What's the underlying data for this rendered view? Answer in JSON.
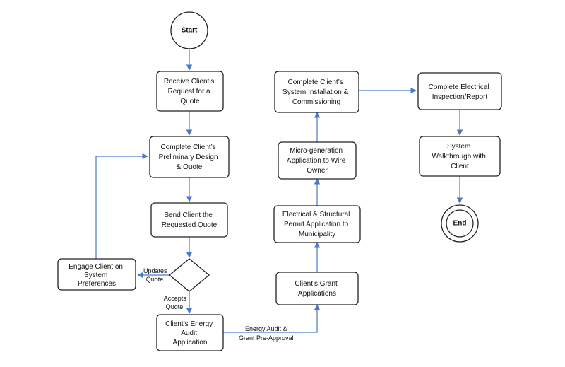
{
  "nodes": {
    "start": {
      "label": "Start"
    },
    "receive_request": {
      "lines": [
        "Receive Client’s",
        "Request for a",
        "Quote"
      ]
    },
    "preliminary_design": {
      "lines": [
        "Complete Client’s",
        "Preliminary Design",
        "& Quote"
      ]
    },
    "send_quote": {
      "lines": [
        "Send Client the",
        "Requested Quote"
      ]
    },
    "engage_client": {
      "lines": [
        "Engage Client on",
        "System",
        "Preferences"
      ]
    },
    "energy_audit": {
      "lines": [
        "Client’s Energy",
        "Audit",
        "Application"
      ]
    },
    "grant_applications": {
      "lines": [
        "Client’s Grant",
        "Applications"
      ]
    },
    "permit_application": {
      "lines": [
        "Electrical & Structural",
        "Permit Application to",
        "Municipality"
      ]
    },
    "microgeneration": {
      "lines": [
        "Micro-generation",
        "Application to Wire",
        "Owner"
      ]
    },
    "installation": {
      "lines": [
        "Complete Client’s",
        "System Installation &",
        "Commissioning"
      ]
    },
    "inspection": {
      "lines": [
        "Complete Electrical",
        "Inspection/Report"
      ]
    },
    "walkthrough": {
      "lines": [
        "System",
        "Walkthrough with",
        "Client"
      ]
    },
    "end": {
      "label": "End"
    }
  },
  "edge_labels": {
    "updates_quote": [
      "Updates",
      "Quote"
    ],
    "accepts_quote": [
      "Accepts",
      "Quote"
    ],
    "audit_preapproval": [
      "Energy Audit &",
      "Grant Pre-Approval"
    ]
  },
  "colors": {
    "arrow": "#4a79c9",
    "box_stroke": "#222222",
    "background": "#ffffff"
  }
}
